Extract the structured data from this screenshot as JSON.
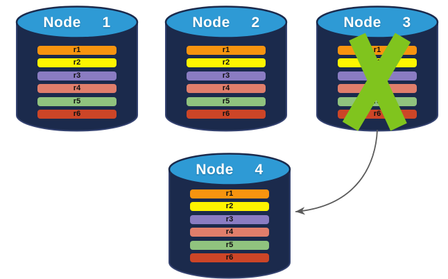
{
  "palette": {
    "cylinder_body": "#1B2A4C",
    "cylinder_body_outline": "#344270",
    "cylinder_top": "#2E9AD5",
    "cylinder_top_outline": "#1B2A4C"
  },
  "nodes": [
    {
      "title": "Node  1",
      "rows": [
        {
          "label": "r1",
          "color": "#F7940F"
        },
        {
          "label": "r2",
          "color": "#FEF400"
        },
        {
          "label": "r3",
          "color": "#8A7CC2"
        },
        {
          "label": "r4",
          "color": "#E07E6B"
        },
        {
          "label": "r5",
          "color": "#90C37E"
        },
        {
          "label": "r6",
          "color": "#CC4527"
        }
      ]
    },
    {
      "title": "Node  2",
      "rows": [
        {
          "label": "r1",
          "color": "#F7940F"
        },
        {
          "label": "r2",
          "color": "#FEF400"
        },
        {
          "label": "r3",
          "color": "#8A7CC2"
        },
        {
          "label": "r4",
          "color": "#E07E6B"
        },
        {
          "label": "r5",
          "color": "#90C37E"
        },
        {
          "label": "r6",
          "color": "#CC4527"
        }
      ]
    },
    {
      "title": "Node  3",
      "rows": [
        {
          "label": "r1",
          "color": "#F7940F"
        },
        {
          "label": "r2",
          "color": "#FEF400"
        },
        {
          "label": "r3",
          "color": "#8A7CC2"
        },
        {
          "label": "r4",
          "color": "#E07E6B"
        },
        {
          "label": "r5",
          "color": "#90C37E"
        },
        {
          "label": "r6",
          "color": "#CC4527"
        }
      ]
    },
    {
      "title": "Node  4",
      "rows": [
        {
          "label": "r1",
          "color": "#F7940F"
        },
        {
          "label": "r2",
          "color": "#FEF400"
        },
        {
          "label": "r3",
          "color": "#8A7CC2"
        },
        {
          "label": "r4",
          "color": "#E07E6B"
        },
        {
          "label": "r5",
          "color": "#90C37E"
        },
        {
          "label": "r6",
          "color": "#CC4527"
        }
      ]
    }
  ],
  "cross": {
    "on_node": "Node 3",
    "color": "#80C41E"
  },
  "arrow": {
    "from": "Node 3",
    "to": "Node 4",
    "color": "#5A5A5A"
  }
}
